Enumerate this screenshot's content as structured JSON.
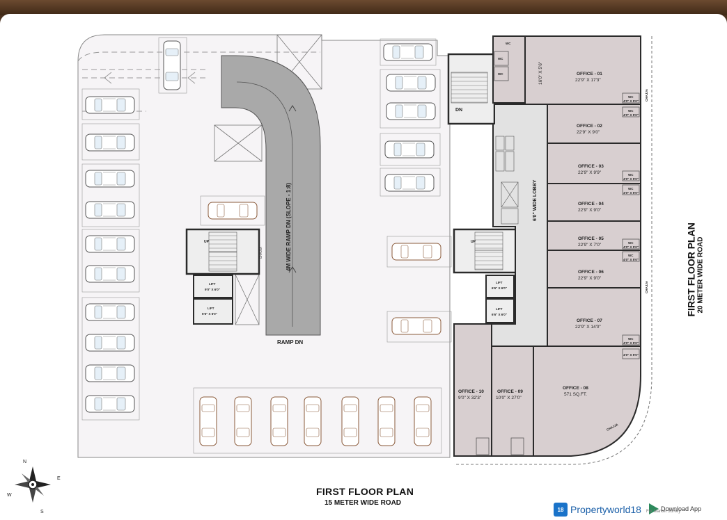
{
  "plan": {
    "ramp_label": "4M WIDE RAMP DN (SLOPE - 1:8)",
    "ramp_dn": "RAMP DN",
    "dn": "DN",
    "up": "UP",
    "lobby": "6'0\" WIDE LOBBY",
    "chajja": "CHAJJA",
    "wc": "WC",
    "wc_size": "4'0\" X 5'0\"",
    "office01_dim": "16'0\" X 5'6\"",
    "lifts": {
      "left_a": {
        "label": "LIFT",
        "dim": "9'0\" X 6'0\""
      },
      "left_b": {
        "label": "LIFT",
        "dim": "6'6\" X 6'0\""
      },
      "right_a": {
        "label": "LIFT",
        "dim": "6'6\" X 6'0\""
      },
      "right_b": {
        "label": "LIFT",
        "dim": "6'6\" X 6'0\""
      }
    },
    "offices": [
      {
        "name": "OFFICE - 01",
        "dim": "22'9\" X 17'3\""
      },
      {
        "name": "OFFICE - 02",
        "dim": "22'9\" X 9'0\""
      },
      {
        "name": "OFFICE - 03",
        "dim": "22'9\" X 9'9\""
      },
      {
        "name": "OFFICE - 04",
        "dim": "22'9\" X 9'0\""
      },
      {
        "name": "OFFICE - 05",
        "dim": "22'9\" X 7'0\""
      },
      {
        "name": "OFFICE - 06",
        "dim": "22'9\" X 9'0\""
      },
      {
        "name": "OFFICE - 07",
        "dim": "22'9\" X 14'0\""
      },
      {
        "name": "OFFICE - 08",
        "dim": "571 SQ.FT."
      },
      {
        "name": "OFFICE - 09",
        "dim": "10'0\" X 27'0\""
      },
      {
        "name": "OFFICE - 10",
        "dim": "9'0\" X 32'3\""
      }
    ]
  },
  "compass": {
    "n": "N",
    "e": "E",
    "s": "S",
    "w": "W"
  },
  "footer": {
    "title": "FIRST FLOOR PLAN",
    "subtitle": "15 METER WIDE ROAD",
    "side_title": "FIRST FLOOR PLAN",
    "side_subtitle": "20 METER WIDE ROAD"
  },
  "watermark": {
    "brand_logo": "18",
    "brand": "Propertyworld18",
    "download": "Download App",
    "download_sub": "For Market Survey"
  },
  "colors": {
    "office_fill": "#d8cfd0",
    "floor_fill": "#f6f4f6",
    "ramp_fill": "#a9a9a9",
    "wall": "#2a2a2a"
  }
}
